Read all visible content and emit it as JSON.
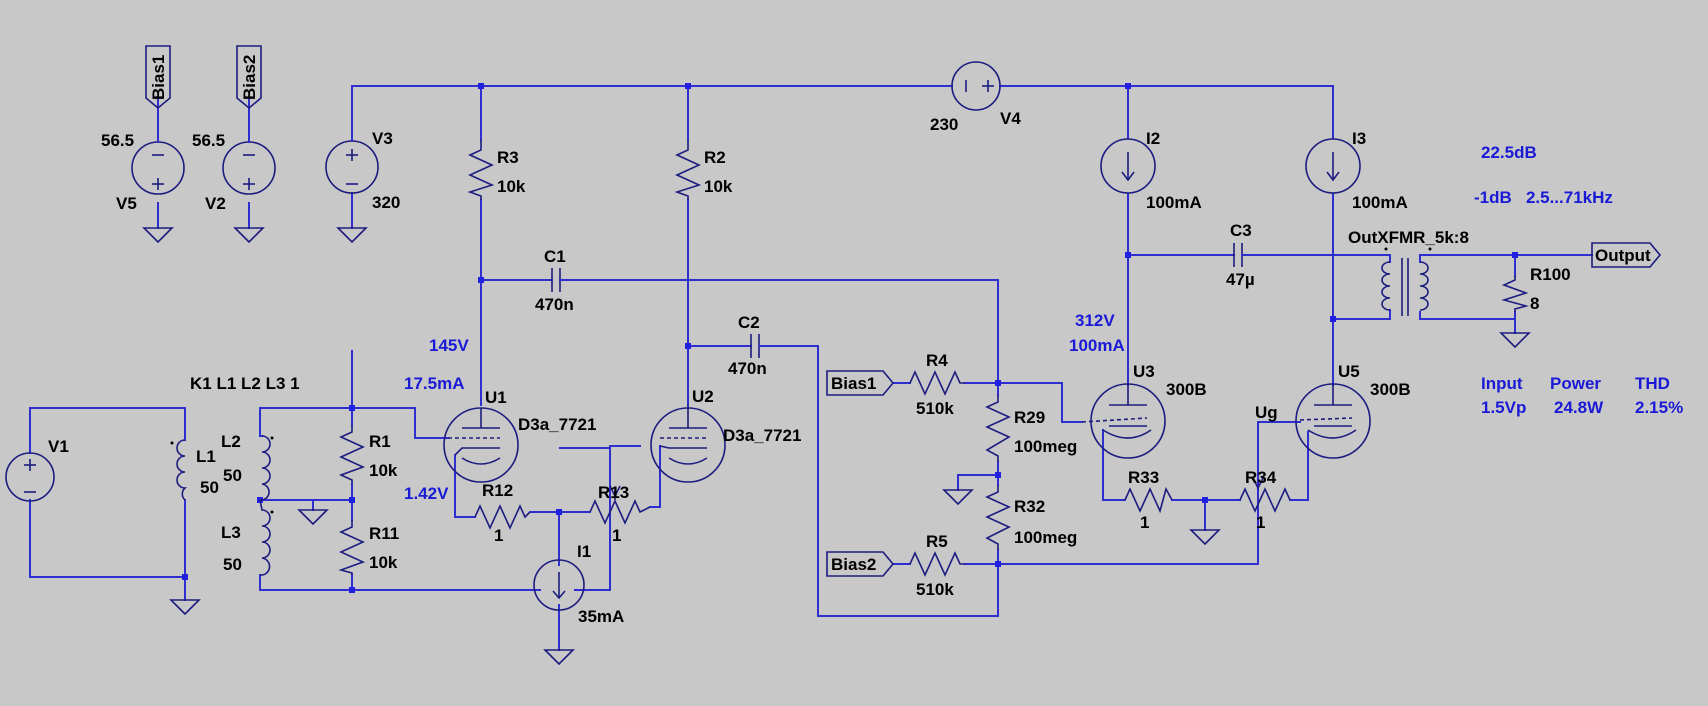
{
  "components": {
    "V1": {
      "name": "V1"
    },
    "V2": {
      "name": "V2",
      "value": "56.5"
    },
    "V3": {
      "name": "V3",
      "value": "320"
    },
    "V4": {
      "name": "V4",
      "value": "230"
    },
    "V5": {
      "name": "V5",
      "value": "56.5"
    },
    "R1": {
      "name": "R1",
      "value": "10k"
    },
    "R2": {
      "name": "R2",
      "value": "10k"
    },
    "R3": {
      "name": "R3",
      "value": "10k"
    },
    "R4": {
      "name": "R4",
      "value": "510k"
    },
    "R5": {
      "name": "R5",
      "value": "510k"
    },
    "R11": {
      "name": "R11",
      "value": "10k"
    },
    "R12": {
      "name": "R12",
      "value": "1"
    },
    "R13": {
      "name": "R13",
      "value": "1"
    },
    "R29": {
      "name": "R29",
      "value": "100meg"
    },
    "R32": {
      "name": "R32",
      "value": "100meg"
    },
    "R33": {
      "name": "R33",
      "value": "1"
    },
    "R34": {
      "name": "R34",
      "value": "1"
    },
    "R100": {
      "name": "R100",
      "value": "8"
    },
    "C1": {
      "name": "C1",
      "value": "470n"
    },
    "C2": {
      "name": "C2",
      "value": "470n"
    },
    "C3": {
      "name": "C3",
      "value": "47µ"
    },
    "I1": {
      "name": "I1",
      "value": "35mA"
    },
    "I2": {
      "name": "I2",
      "value": "100mA"
    },
    "I3": {
      "name": "I3",
      "value": "100mA"
    },
    "L1": {
      "name": "L1",
      "value": "50"
    },
    "L2": {
      "name": "L2",
      "value": "50"
    },
    "L3": {
      "name": "L3",
      "value": "50"
    },
    "U1": {
      "name": "U1",
      "model": "D3a_7721"
    },
    "U2": {
      "name": "U2",
      "model": "D3a_7721"
    },
    "U3": {
      "name": "U3",
      "model": "300B"
    },
    "U5": {
      "name": "U5",
      "model": "300B"
    },
    "XFMR": {
      "name": "OutXFMR_5k:8"
    }
  },
  "directive": "K1 L1 L2 L3 1",
  "flags": {
    "bias1_top": "Bias1",
    "bias2_top": "Bias2",
    "bias1_in": "Bias1",
    "bias2_in": "Bias2",
    "output": "Output",
    "ug": "Ug"
  },
  "annotations": {
    "u1_plate": "145V",
    "u1_current": "17.5mA",
    "u1_cathode": "1.42V",
    "u3_plate": "312V",
    "u3_current": "100mA",
    "gain": "22.5dB",
    "bandwidth": "-1dB   2.5...71kHz",
    "input_label": "Input",
    "input_value": "1.5Vp",
    "power_label": "Power",
    "power_value": "24.8W",
    "thd_label": "THD",
    "thd_value": "2.15%"
  },
  "colors": {
    "wire": "#2f2fd0",
    "annotation": "#1a1ad6",
    "background": "#c8c8c8"
  }
}
